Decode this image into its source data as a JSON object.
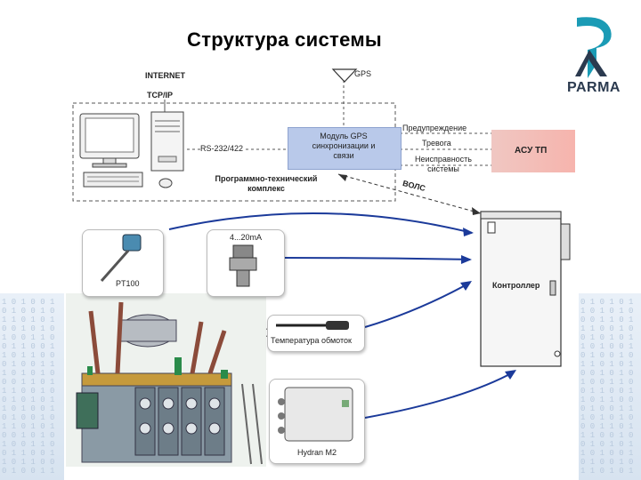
{
  "title": "Структура системы",
  "logo": {
    "text": "PARMA"
  },
  "network": {
    "internet": "INTERNET",
    "tcpip": "TCP/IP",
    "rs": "RS-232/422"
  },
  "gps": {
    "label": "GPS",
    "module": [
      "Модуль GPS",
      "синхронизации и",
      "связи"
    ]
  },
  "software": [
    "Программно-технический",
    "комплекс"
  ],
  "signals": {
    "warning": "Предупреждение",
    "alarm": "Тревога",
    "fault": [
      "Неисправность",
      "системы"
    ]
  },
  "asu": "АСУ ТП",
  "fiber": "ВОЛС",
  "controller": "Контроллер",
  "sensors": {
    "pt100": "PT100",
    "current": "4...20mA",
    "winding": "Температура обмоток",
    "hydran": "Hydran M2"
  },
  "colors": {
    "gps_box": "#b9c9ea",
    "asu_box": "#f6b4ad",
    "arrow": "#1b3a9a",
    "background_binary": "#b8c9dd"
  }
}
